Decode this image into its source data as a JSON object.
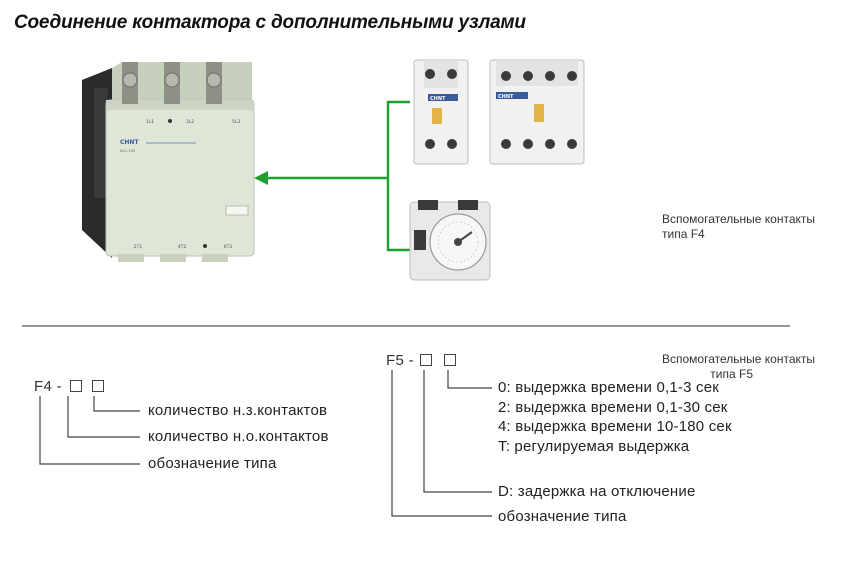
{
  "title": "Соединение контактора с дополнительными узлами",
  "contactor": {
    "brand": "CHNT",
    "model": "NC2-150",
    "terminals_top": [
      "1L1",
      "3L2",
      "5L3"
    ],
    "terminals_bottom": [
      "2T1",
      "4T2",
      "6T3"
    ]
  },
  "aux_block_brand": "CHNT",
  "labels": {
    "aux_f4": [
      "Вспомогательные контакты",
      "типа F4"
    ],
    "aux_f5": [
      "Вспомогательные контакты",
      "типа F5"
    ]
  },
  "f4_code": {
    "prefix": "F4 -",
    "lines": [
      "количество н.з.контактов",
      "количество н.о.контактов",
      "обозначение типа"
    ]
  },
  "f5_code": {
    "prefix": "F5 -",
    "delay_options": [
      "0: выдержка времени 0,1-3 сек",
      "2: выдержка времени 0,1-30 сек",
      "4: выдержка времени 10-180 сек",
      "T: регулируемая выдержка"
    ],
    "delay_type": "D: задержка на отключение",
    "type_label": "обозначение типа"
  },
  "colors": {
    "arrow": "#1fa02e",
    "divider": "#555555",
    "contactor_body": "#d9e2d2",
    "contactor_dark": "#2c2c2c",
    "aux_body": "#f1f1f1"
  }
}
